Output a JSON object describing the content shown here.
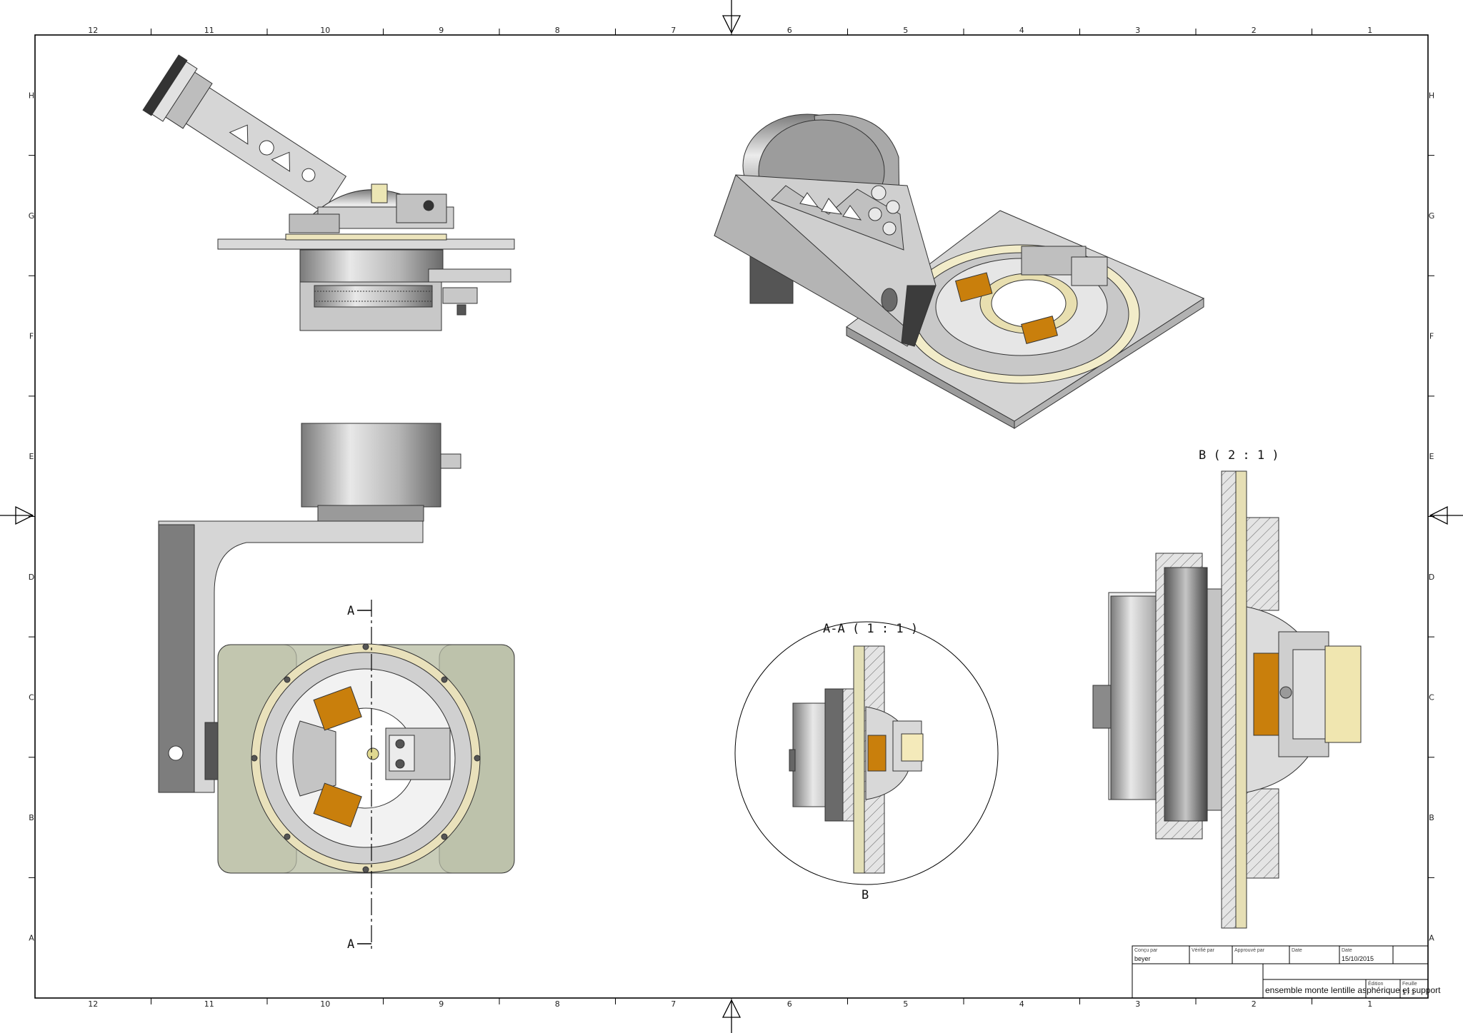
{
  "drawing": {
    "columns_top": [
      "12",
      "11",
      "10",
      "9",
      "8",
      "7",
      "6",
      "5",
      "4",
      "3",
      "2",
      "1"
    ],
    "columns_bottom": [
      "12",
      "11",
      "10",
      "9",
      "8",
      "7",
      "6",
      "5",
      "4",
      "3",
      "2",
      "1"
    ],
    "rows": [
      "H",
      "G",
      "F",
      "E",
      "D",
      "C",
      "B",
      "A"
    ]
  },
  "views": {
    "section_marker": "A",
    "section_label": "A-A ( 1 : 1 )",
    "detail_marker": "B",
    "detail_label": "B ( 2 : 1 )"
  },
  "title_block": {
    "designed_by_label": "Conçu par",
    "designed_by": "beyer",
    "checked_by_label": "Vérifié par",
    "approved_by_label": "Approuvé par",
    "date_label_1": "Date",
    "date_label_2": "Date",
    "date": "15/10/2015",
    "title": "ensemble monte lentille asphérique et support",
    "edition_label": "Édition",
    "sheet_label": "Feuille",
    "sheet": "1 / 1"
  },
  "colors": {
    "border": "#000000",
    "metal_light": "#d2d2d2",
    "metal_mid": "#a8a8a8",
    "metal_dark": "#6e6e6e",
    "brass": "#e6dfb5",
    "copper": "#c9820f",
    "plate_green": "#c9cdb9"
  }
}
